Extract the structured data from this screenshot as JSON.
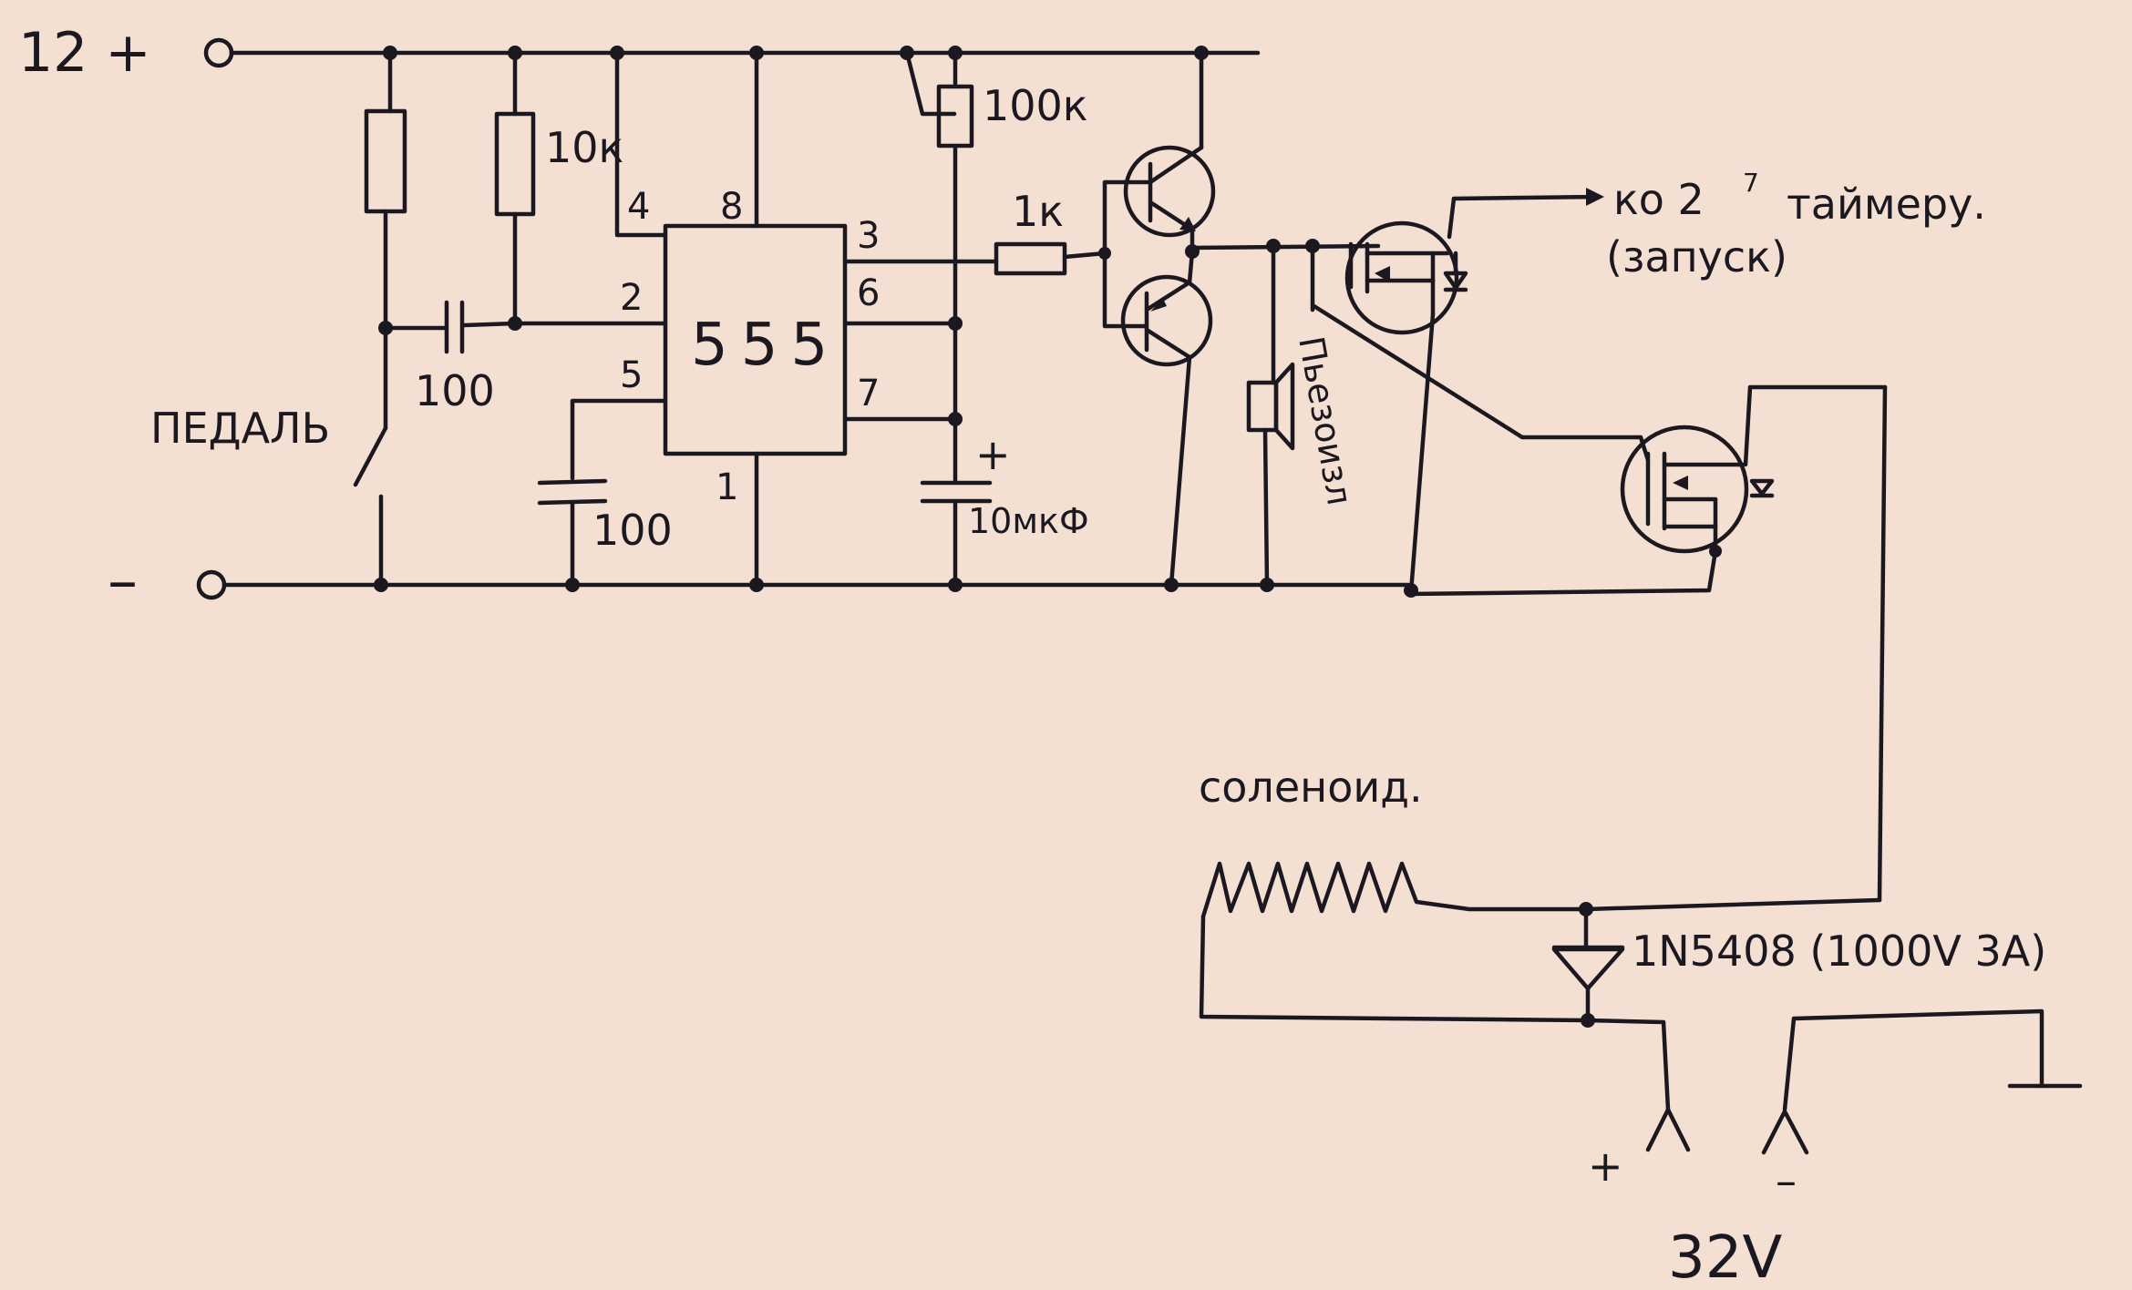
{
  "supply": {
    "positive": "12 +",
    "negative": "–"
  },
  "switch": {
    "label": "ПЕДАЛЬ"
  },
  "resistors": {
    "r2": "10к",
    "r3": "100к",
    "r4": "1к"
  },
  "capacitors": {
    "c1": "100",
    "c2": "100",
    "c3": "10мкФ",
    "c3_polarity": "+"
  },
  "ic": {
    "label": "555",
    "pins": {
      "p1": "1",
      "p2": "2",
      "p3": "3",
      "p4": "4",
      "p5": "5",
      "p6": "6",
      "p7": "7",
      "p8": "8"
    }
  },
  "buzzer": {
    "label": "Пьезоизл"
  },
  "note": {
    "line1": "ко 2",
    "sup": "7",
    "line1_end": "таймеру.",
    "line2": "(запуск)"
  },
  "solenoid": {
    "label": "соленоид."
  },
  "diode": {
    "label": "1N5408 (1000V 3A)"
  },
  "output": {
    "plus": "+",
    "minus": "–",
    "voltage": "32V"
  }
}
